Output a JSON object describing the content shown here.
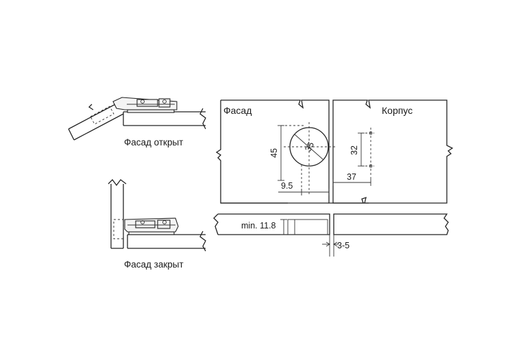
{
  "labels": {
    "fasad_open": "Фасад открыт",
    "fasad_closed": "Фасад закрыт",
    "fasad": "Фасад",
    "korpus": "Корпус"
  },
  "dimensions": {
    "height_45": "45",
    "diameter_35": "35",
    "offset_9_5": "9.5",
    "height_32": "32",
    "offset_37": "37",
    "min_depth": "min. 11.8",
    "gap": "3-5"
  }
}
